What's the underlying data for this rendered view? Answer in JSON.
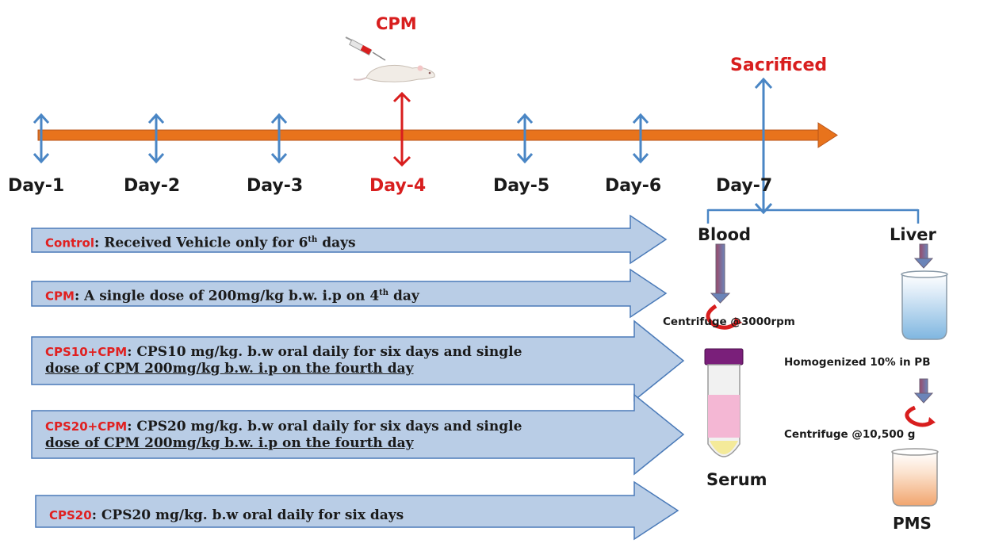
{
  "timeline": {
    "event_label": "CPM",
    "end_label": "Sacrificed",
    "days": [
      "Day-1",
      "Day-2",
      "Day-3",
      "Day-4",
      "Day-5",
      "Day-6",
      "Day-7"
    ]
  },
  "groups": [
    {
      "name": "Control",
      "text_a": ": Received Vehicle only  for  6",
      "sup": "th",
      "text_b": "  days",
      "line2": ""
    },
    {
      "name": "CPM",
      "text_a": ": A single dose of 200mg/kg b.w. i.p on 4",
      "sup": "th",
      "text_b": "  day",
      "line2": ""
    },
    {
      "name": "CPS10+CPM",
      "text_a": ": CPS10 mg/kg. b.w  oral daily for six days and single",
      "sup": "",
      "text_b": "",
      "line2": "dose of  CPM 200mg/kg b.w. i.p on the fourth day"
    },
    {
      "name": "CPS20+CPM",
      "text_a": ": CPS20 mg/kg. b.w  oral daily for six days and single",
      "sup": "",
      "text_b": "",
      "line2": "dose of  CPM 200mg/kg b.w. i.p on the fourth day"
    },
    {
      "name": "CPS20",
      "text_a": ": CPS20 mg/kg. b.w  oral daily for six days",
      "sup": "",
      "text_b": "",
      "line2": ""
    }
  ],
  "processing": {
    "blood": "Blood",
    "liver": "Liver",
    "centrifuge_blood": "Centrifuge @3000rpm",
    "homogenized": "Homogenized 10% in PB",
    "centrifuge_liver": "Centrifuge @10,500 g",
    "serum": "Serum",
    "pms": "PMS"
  },
  "colors": {
    "timeline": "#e8731c",
    "day_arrow": "#4a86c5",
    "highlight": "#d81e1e",
    "group_arrow_fill": "#b9cde6",
    "group_arrow_stroke": "#4a7ab8",
    "down_arrow": "#7e6e88"
  }
}
